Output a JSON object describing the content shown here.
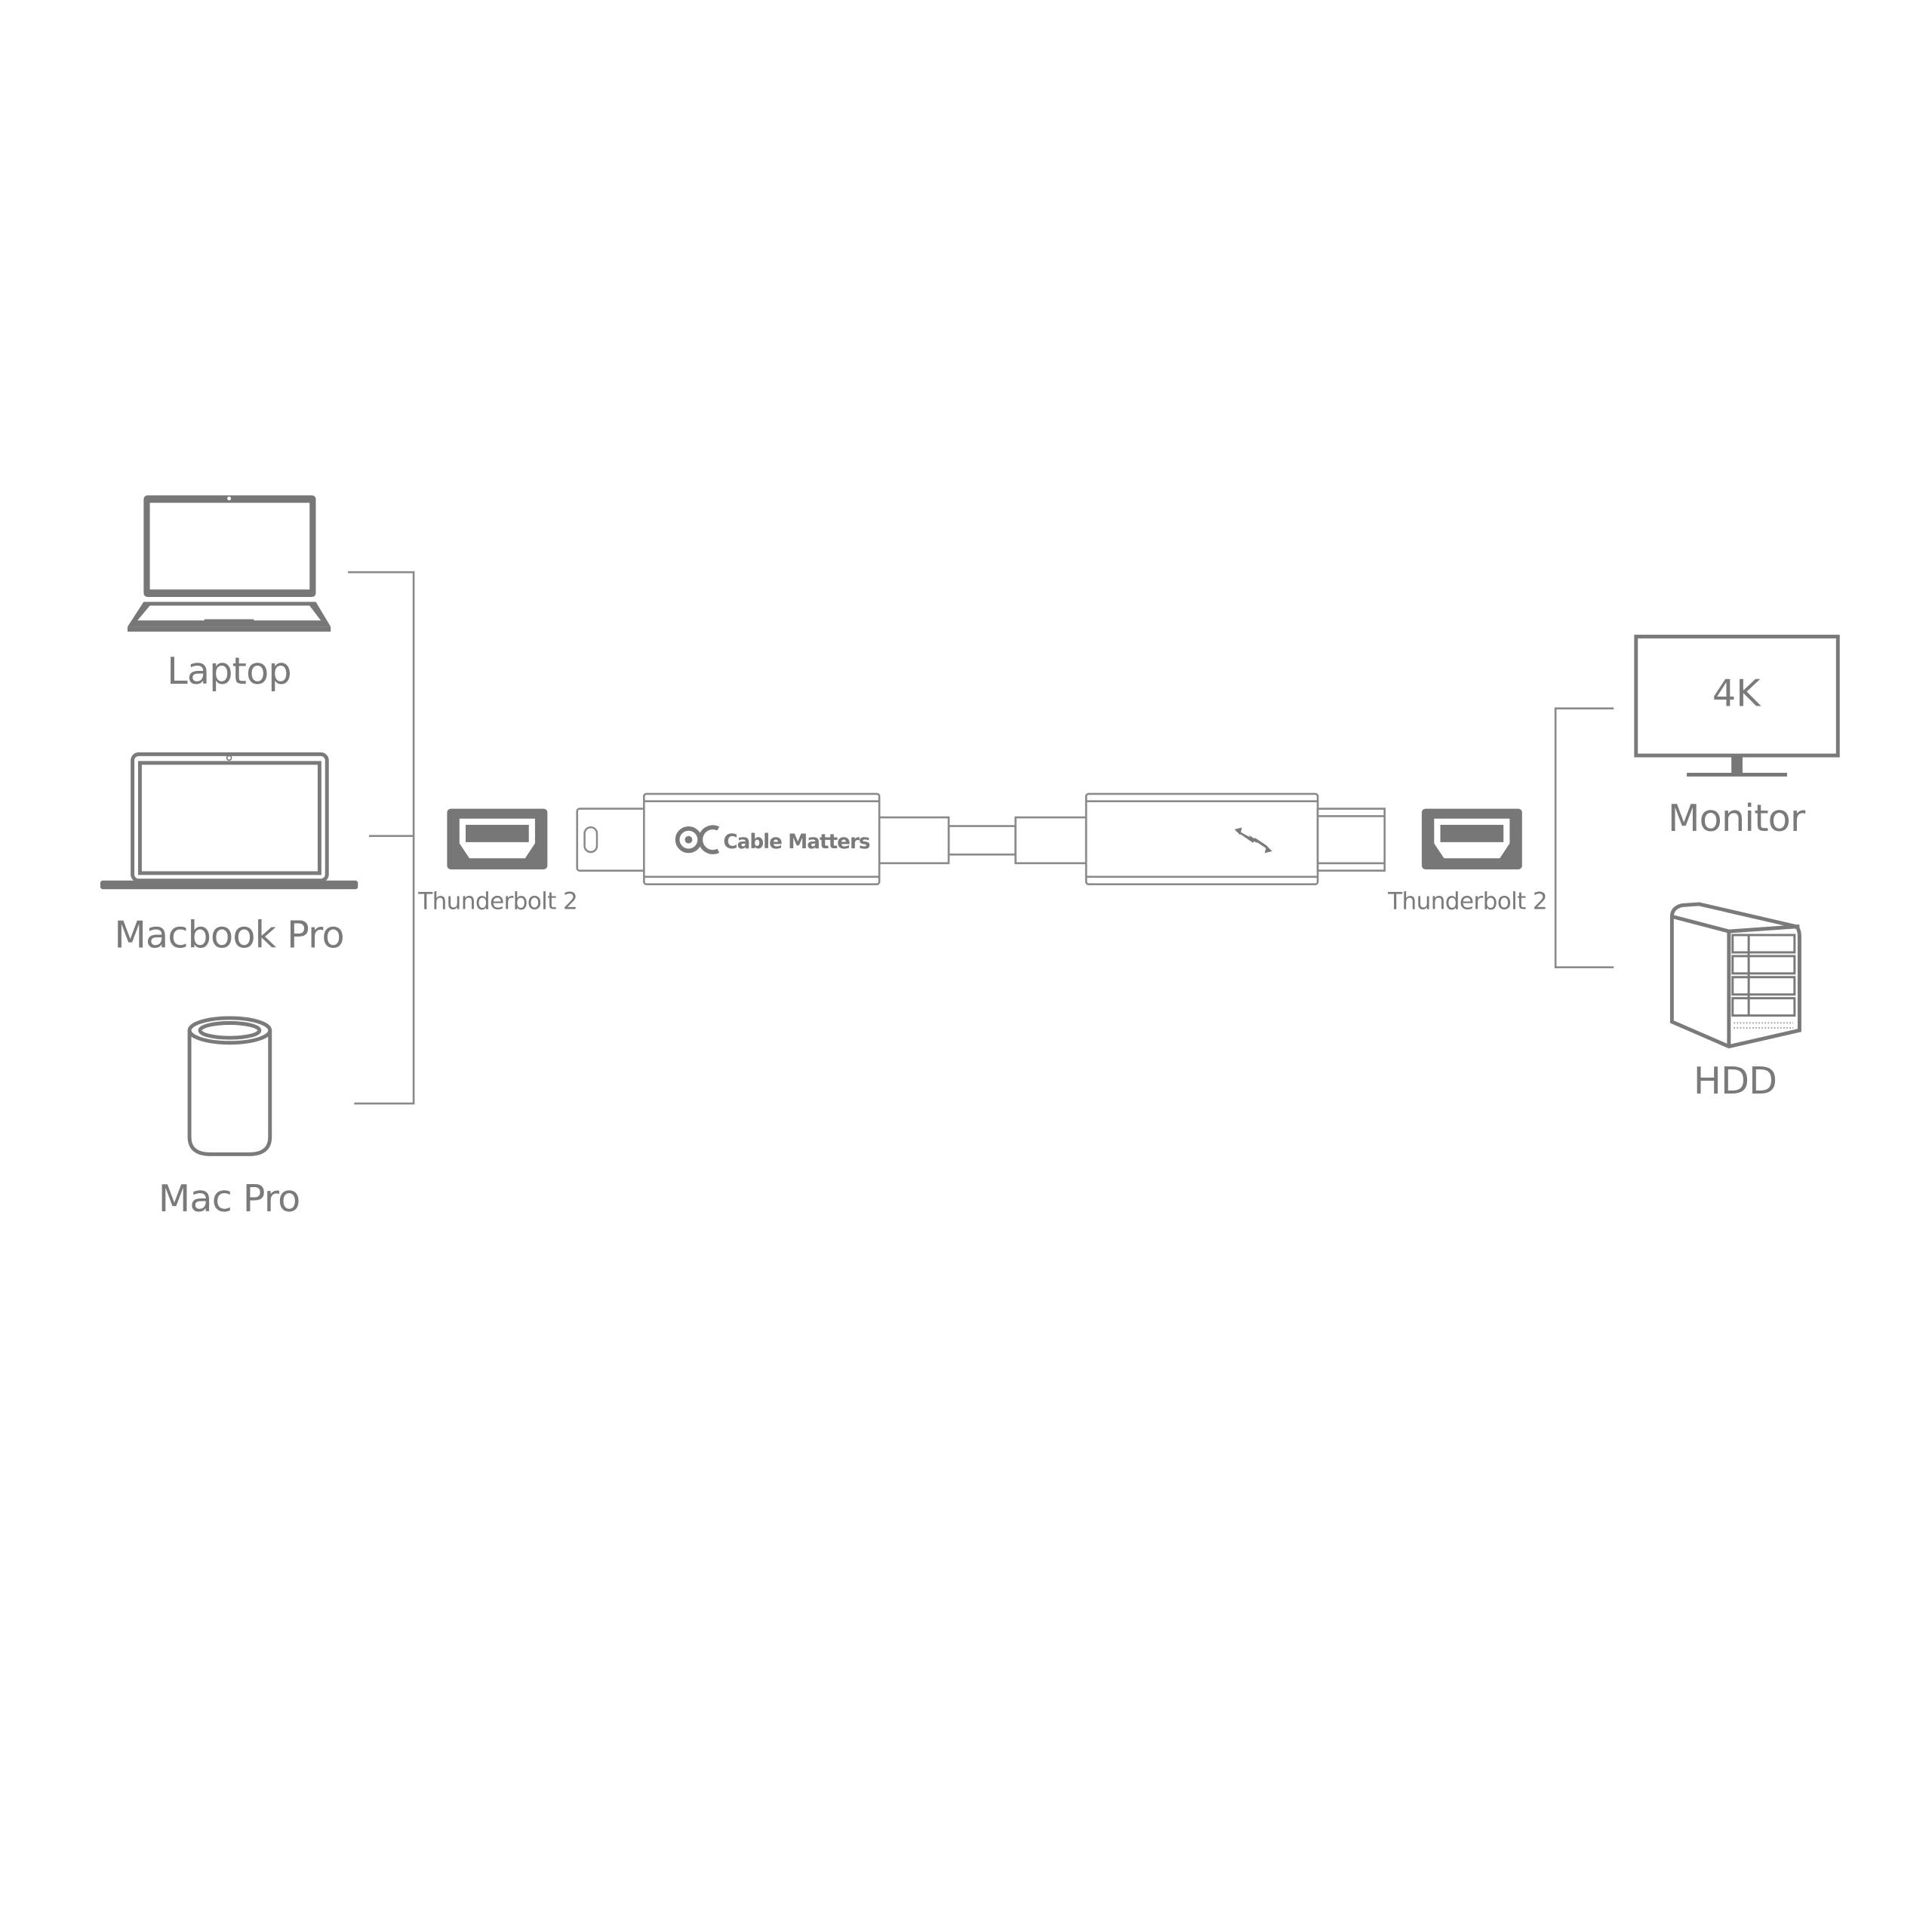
{
  "sources": [
    {
      "label": "Laptop",
      "icon": "laptop-icon"
    },
    {
      "label": "Macbook Pro",
      "icon": "macbook-icon"
    },
    {
      "label": "Mac Pro",
      "icon": "mac-pro-icon"
    }
  ],
  "targets": [
    {
      "label": "Monitor",
      "icon": "monitor-icon",
      "screen_text": "4K"
    },
    {
      "label": "HDD",
      "icon": "hdd-icon"
    }
  ],
  "ports": {
    "left_label": "Thunderbolt 2",
    "right_label": "Thunderbolt 2"
  },
  "cable": {
    "brand": "Cable Matters",
    "icon": "thunderbolt-icon"
  },
  "colors": {
    "line": "#8a8a8a",
    "icon": "#7a7a7a",
    "port_fill": "#777777"
  }
}
